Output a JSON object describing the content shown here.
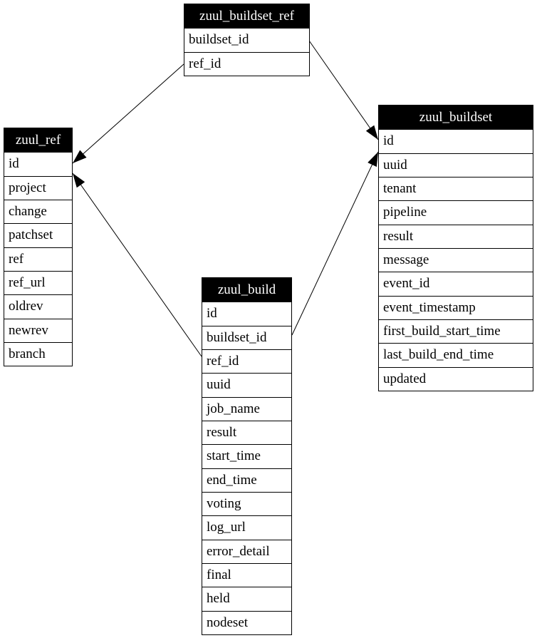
{
  "diagram": {
    "type": "entity-relationship-schema",
    "background_color": "#ffffff",
    "header_bg_color": "#000000",
    "header_text_color": "#ffffff",
    "border_color": "#000000",
    "tables": {
      "zuul_buildset_ref": {
        "title": "zuul_buildset_ref",
        "rows": [
          "buildset_id",
          "ref_id"
        ]
      },
      "zuul_ref": {
        "title": "zuul_ref",
        "rows": [
          "id",
          "project",
          "change",
          "patchset",
          "ref",
          "ref_url",
          "oldrev",
          "newrev",
          "branch"
        ]
      },
      "zuul_buildset": {
        "title": "zuul_buildset",
        "rows": [
          "id",
          "uuid",
          "tenant",
          "pipeline",
          "result",
          "message",
          "event_id",
          "event_timestamp",
          "first_build_start_time",
          "last_build_end_time",
          "updated"
        ]
      },
      "zuul_build": {
        "title": "zuul_build",
        "rows": [
          "id",
          "buildset_id",
          "ref_id",
          "uuid",
          "job_name",
          "result",
          "start_time",
          "end_time",
          "voting",
          "log_url",
          "error_detail",
          "final",
          "held",
          "nodeset"
        ]
      }
    },
    "relationships": [
      {
        "from": "zuul_buildset_ref.ref_id",
        "to": "zuul_ref.id"
      },
      {
        "from": "zuul_buildset_ref.buildset_id",
        "to": "zuul_buildset.id"
      },
      {
        "from": "zuul_build.ref_id",
        "to": "zuul_ref.id"
      },
      {
        "from": "zuul_build.buildset_id",
        "to": "zuul_buildset.id"
      }
    ]
  }
}
